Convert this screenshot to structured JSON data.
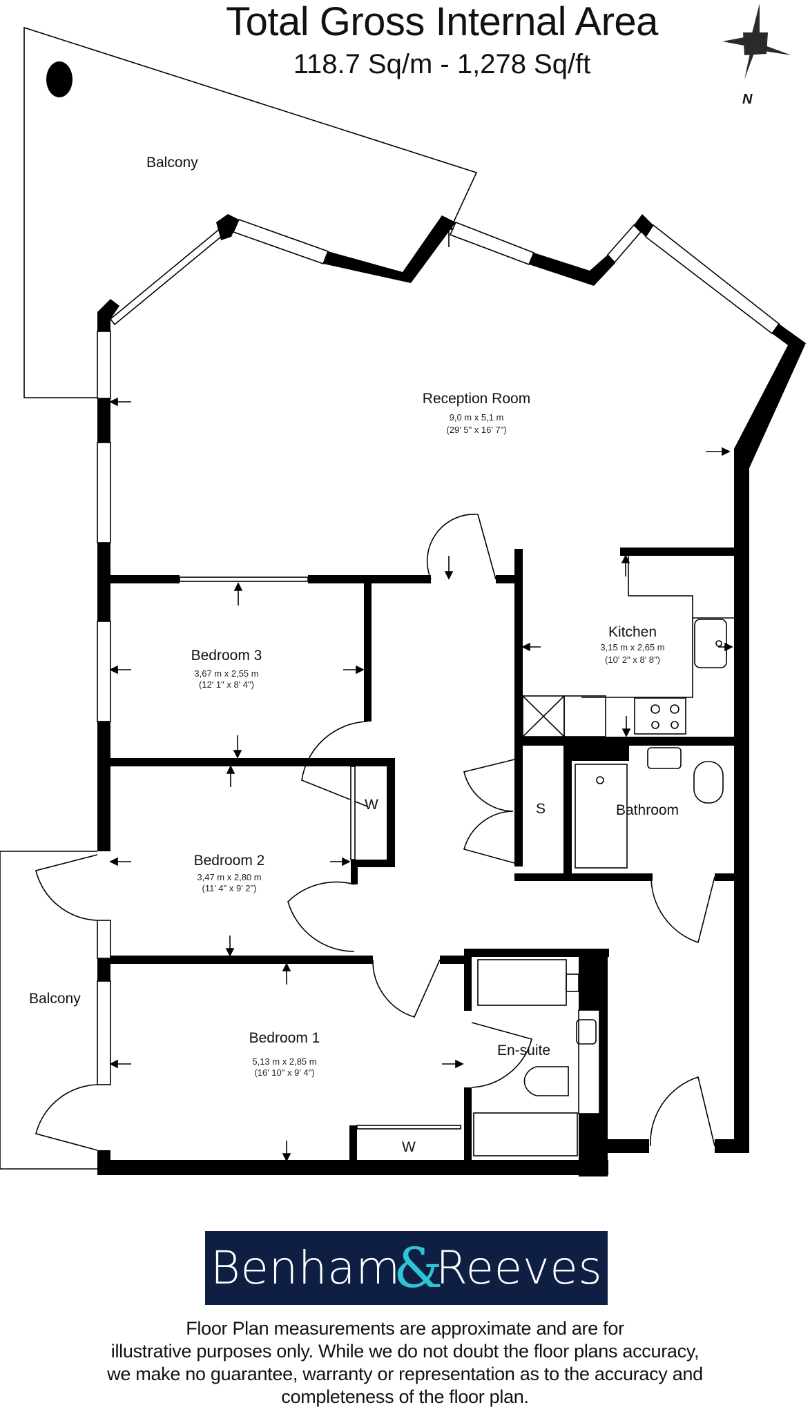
{
  "header": {
    "title": "Total Gross Internal Area",
    "area": "118.7 Sq/m - 1,278 Sq/ft"
  },
  "compass": {
    "icon": "compass-star-icon",
    "label": "N"
  },
  "rooms": {
    "balcony_top": {
      "name": "Balcony"
    },
    "reception": {
      "name": "Reception Room",
      "metric": "9,0 m x 5,1 m",
      "imperial": "(29' 5\" x 16' 7\")"
    },
    "kitchen": {
      "name": "Kitchen",
      "metric": "3,15 m x 2,65 m",
      "imperial": "(10' 2\" x 8' 8\")"
    },
    "bedroom3": {
      "name": "Bedroom 3",
      "metric": "3,67 m x 2,55 m",
      "imperial": "(12' 1\" x 8' 4\")"
    },
    "bedroom2": {
      "name": "Bedroom 2",
      "metric": "3,47 m x 2,80 m",
      "imperial": "(11' 4\" x 9' 2\")"
    },
    "bedroom1": {
      "name": "Bedroom 1",
      "metric": "5,13 m x 2,85 m",
      "imperial": "(16' 10\" x 9' 4\")"
    },
    "bathroom": {
      "name": "Bathroom"
    },
    "ensuite": {
      "name": "En-suite"
    },
    "storage": {
      "name": "S"
    },
    "wardrobe2": {
      "name": "W"
    },
    "wardrobe1": {
      "name": "W"
    },
    "balcony_side": {
      "name": "Balcony"
    }
  },
  "logo": {
    "left": "Benham",
    "amp": "&",
    "right": "Reeves",
    "bg_color": "#0f1f44",
    "accent_color": "#2ec4d6"
  },
  "disclaimer": {
    "lines": [
      "Floor Plan measurements are approximate and are for",
      "illustrative purposes only.  While we do not doubt the floor plans accuracy,",
      "we make no guarantee, warranty or representation as to the accuracy and",
      "completeness of the floor plan."
    ]
  }
}
